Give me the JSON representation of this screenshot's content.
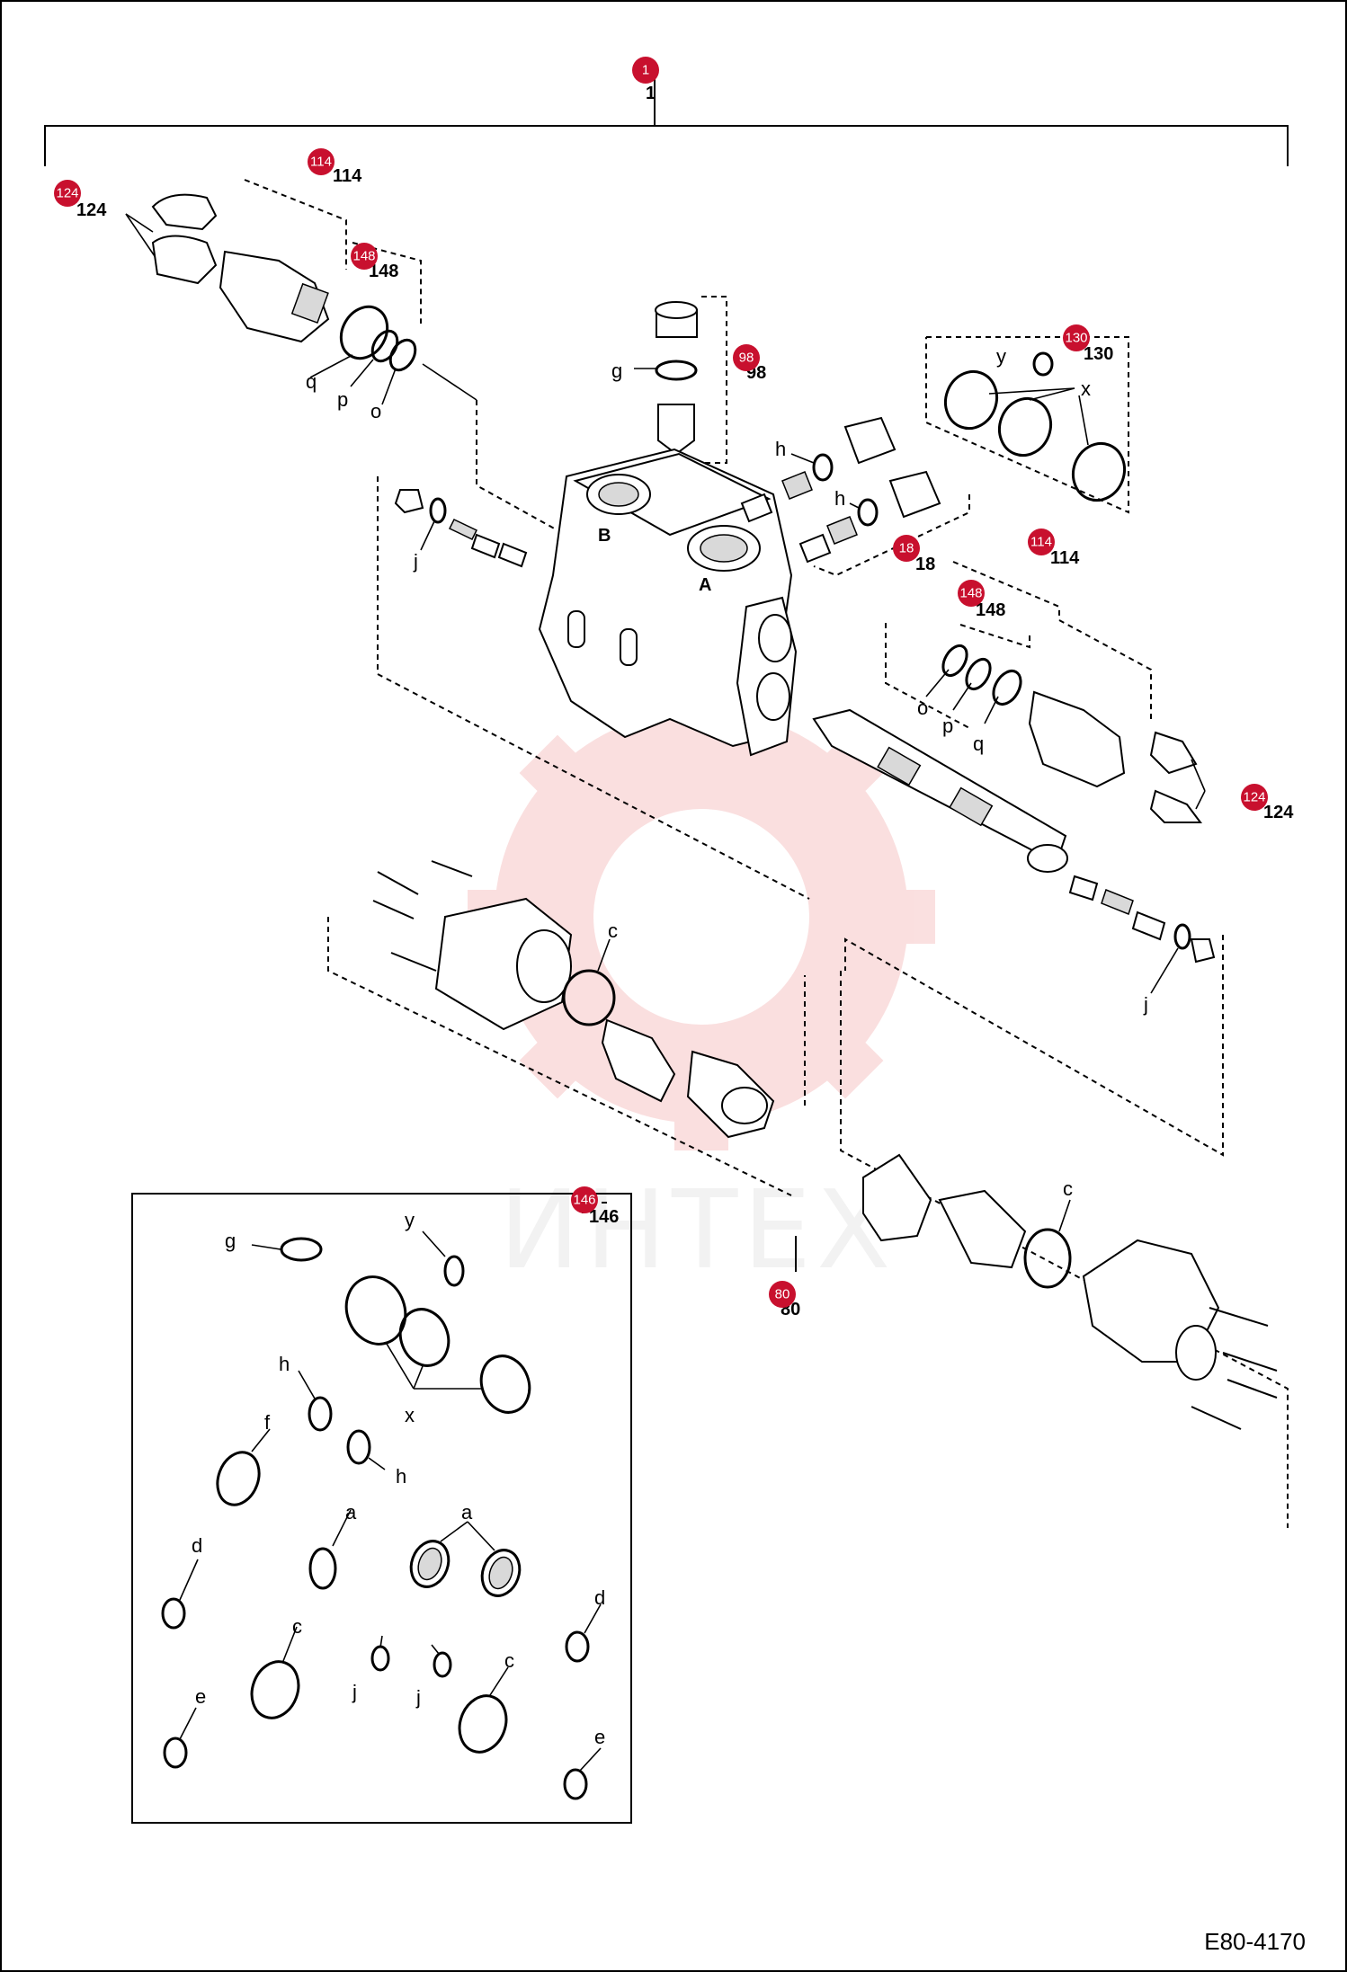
{
  "drawing_code": "E80-4170",
  "watermark": {
    "text": "ИНТЕХ"
  },
  "labels": {
    "l1": "1",
    "l114a": "114",
    "l124a": "124",
    "l148a": "148",
    "l98": "98",
    "l130": "130",
    "l18": "18",
    "l114b": "114",
    "l148b": "148",
    "l124b": "124",
    "l80": "80",
    "l146": "146"
  },
  "letters": {
    "a": "a",
    "c": "c",
    "d": "d",
    "e": "e",
    "f": "f",
    "g": "g",
    "h": "h",
    "j": "j",
    "o": "o",
    "p": "p",
    "q": "q",
    "x": "x",
    "y": "y"
  },
  "badges": {
    "b1": "1",
    "b114": "114",
    "b124": "124",
    "b148": "148",
    "b98": "98",
    "b130": "130",
    "b18": "18",
    "b146": "146",
    "b80": "80"
  },
  "colors": {
    "badge": "#c8102e",
    "line": "#000000",
    "watermark": "#f6c6c6"
  }
}
